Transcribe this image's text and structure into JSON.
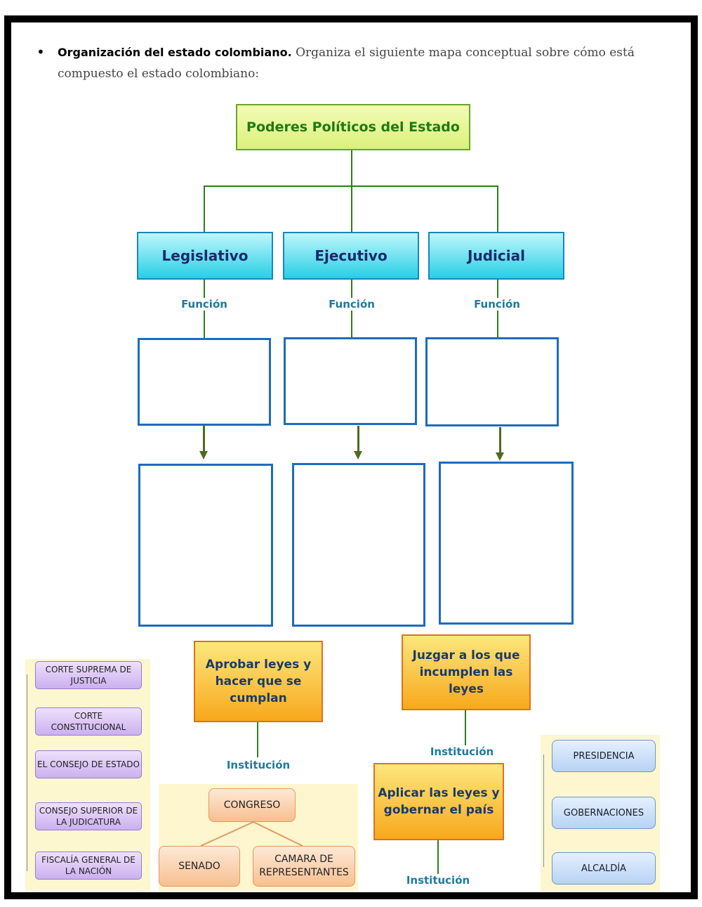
{
  "intro": {
    "heading": "Organización del estado colombiano.",
    "instruction": "Organiza el siguiente mapa conceptual sobre cómo está compuesto el estado colombiano:"
  },
  "map": {
    "root": "Poderes Políticos del Estado",
    "powers": [
      "Legislativo",
      "Ejecutivo",
      "Judicial"
    ],
    "function_label": "Función",
    "institution_label": "Institución"
  },
  "cards": {
    "aprobar": "Aprobar leyes y hacer que se cumplan",
    "juzgar": "Juzgar a los que incumplen las leyes",
    "aplicar": "Aplicar las leyes y gobernar el país"
  },
  "chips": {
    "judicial": [
      "CORTE SUPREMA DE JUSTICIA",
      "CORTE CONSTITUCIONAL",
      "EL CONSEJO DE ESTADO",
      "CONSEJO SUPERIOR DE LA JUDICATURA",
      "FISCALÍA GENERAL DE LA NACIÓN"
    ],
    "legislative": [
      "CONGRESO",
      "SENADO",
      "CAMARA DE REPRESENTANTES"
    ],
    "executive": [
      "PRESIDENCIA",
      "GOBERNACIONES",
      "ALCALDÍA"
    ]
  }
}
